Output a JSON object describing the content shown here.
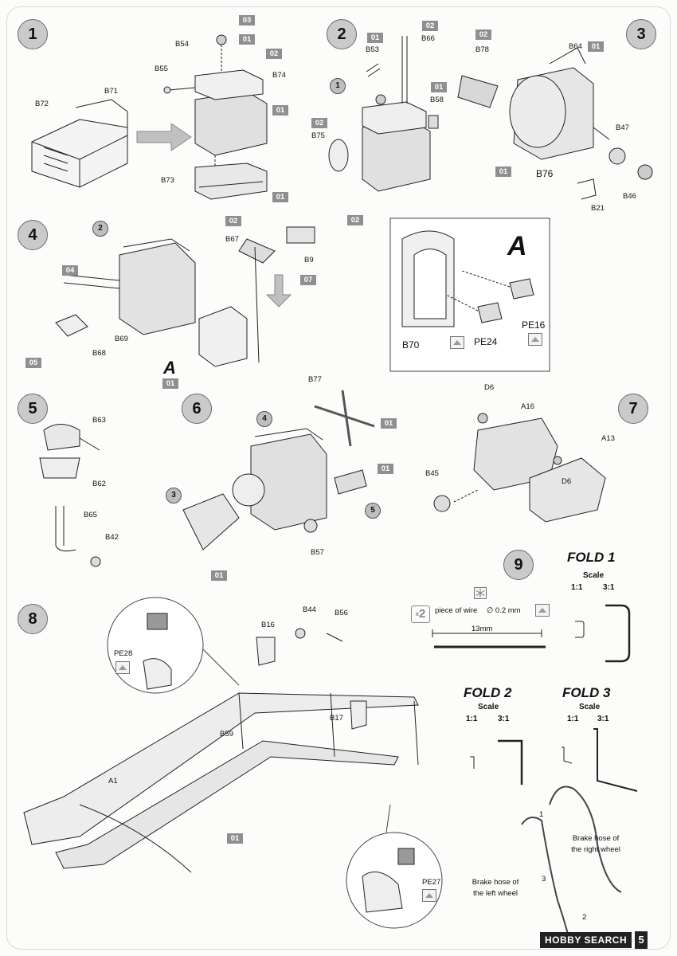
{
  "steps": {
    "s1": "1",
    "s2": "2",
    "s3": "3",
    "s4": "4",
    "s5": "5",
    "s6": "6",
    "s7": "7",
    "s8": "8",
    "s9": "9"
  },
  "subassemblies": {
    "sa1": "1",
    "sa2": "2",
    "sa3": "3",
    "sa4": "4",
    "sa5": "5"
  },
  "color_codes": {
    "c03_b54": "03",
    "c01_b54": "01",
    "c02_b74": "02",
    "c01_s1_body": "01",
    "c01_s1_pan": "01",
    "c01_b53": "01",
    "c02_b66": "02",
    "c01_b58": "01",
    "c02_b75": "02",
    "c02_b78": "02",
    "c01_b64": "01",
    "c01_b76": "01",
    "c02_b67": "02",
    "c02_b9": "02",
    "c07_belt": "07",
    "c04_exhaust": "04",
    "c05_b68": "05",
    "c01_a": "01",
    "c01_b77": "01",
    "c01_s6": "01",
    "c01_s6_trans": "01",
    "c01_frame": "01"
  },
  "parts": {
    "b54": "B54",
    "b55": "B55",
    "b74": "B74",
    "b71": "B71",
    "b72": "B72",
    "b73": "B73",
    "b53": "B53",
    "b66": "B66",
    "b58": "B58",
    "b75": "B75",
    "b78": "B78",
    "b64": "B64",
    "b47": "B47",
    "b76": "B76",
    "b46": "B46",
    "b21": "B21",
    "b67": "B67",
    "b9": "B9",
    "b69": "B69",
    "b68": "B68",
    "b70": "B70",
    "pe24": "PE24",
    "pe16": "PE16",
    "b63": "B63",
    "b62": "B62",
    "b65": "B65",
    "b42": "B42",
    "b77": "B77",
    "b57": "B57",
    "d6_top": "D6",
    "a16": "A16",
    "a13": "A13",
    "b45": "B45",
    "d6_bottom": "D6",
    "b16": "B16",
    "b44": "B44",
    "b56": "B56",
    "pe28": "PE28",
    "b59": "B59",
    "b17": "B17",
    "a1": "A1",
    "pe27": "PE27"
  },
  "callouts": {
    "a_step4": "A",
    "a_detail": "A"
  },
  "step9": {
    "multiplier": "2",
    "wire_text": "piece of wire",
    "diameter": "∅ 0.2 mm",
    "length": "13mm"
  },
  "folds": {
    "fold1": {
      "title": "FOLD 1",
      "scale": "Scale",
      "r1": "1:1",
      "r2": "3:1"
    },
    "fold2": {
      "title": "FOLD 2",
      "scale": "Scale",
      "r1": "1:1",
      "r2": "3:1"
    },
    "fold3": {
      "title": "FOLD 3",
      "scale": "Scale",
      "r1": "1:1",
      "r2": "3:1"
    }
  },
  "hoses": {
    "right_line1": "Brake hose of",
    "right_line2": "the right wheel",
    "left_line1": "Brake hose of",
    "left_line2": "the left wheel",
    "n1": "1",
    "n2": "2",
    "n3": "3"
  },
  "watermark": {
    "brand": "HOBBY SEARCH",
    "page_number": "5"
  }
}
